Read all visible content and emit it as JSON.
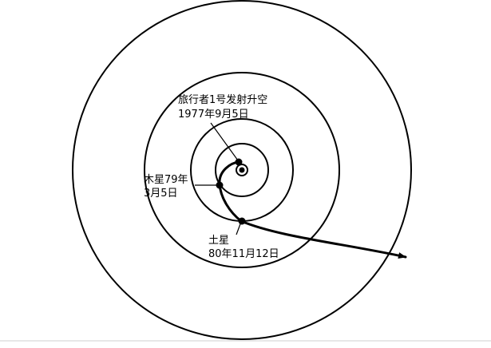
{
  "labels": {
    "launch_line1": "旅行者1号发射升空",
    "launch_line2": "1977年9月5日",
    "jupiter_line1": "木星79年",
    "jupiter_line2": "3月5日",
    "saturn_line1": "土星",
    "saturn_line2": "80年11月12日"
  },
  "colors": {
    "line": "#000000",
    "background": "#ffffff"
  }
}
